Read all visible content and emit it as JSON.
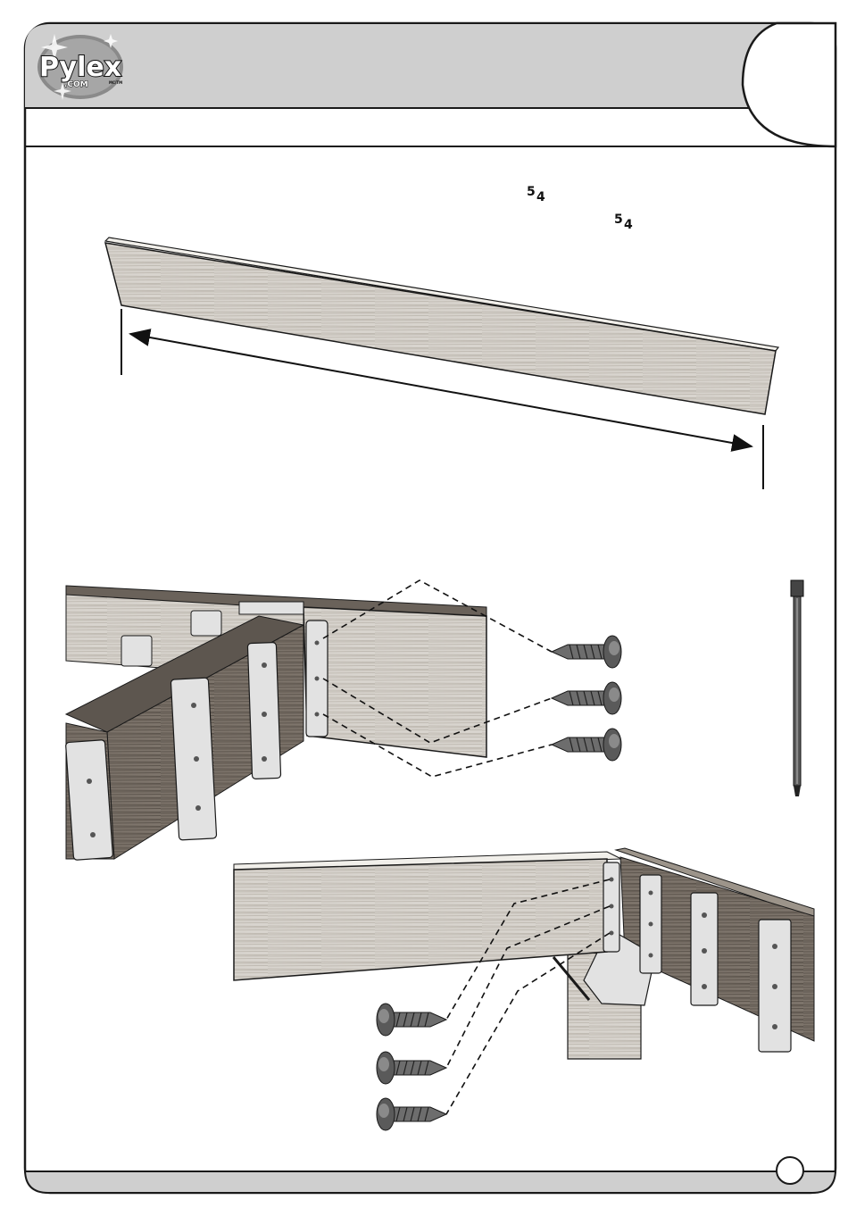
{
  "header": {
    "brand": "Pylex",
    "brand_suffix": ".COM",
    "trademark": "MC/TM",
    "title": "",
    "step_number": ""
  },
  "instructions": {
    "fraction_1": "5/4",
    "fraction_2": "5/4"
  },
  "footer": {
    "page_number": ""
  },
  "colors": {
    "header_band": "#cfcfcf",
    "frame": "#1a1a1a",
    "board_light": "#d9d6d0",
    "board_dark": "#6e665f",
    "bracket": "#e2e2e2"
  },
  "icons": {
    "board": "wood-board-icon",
    "screw": "screw-icon",
    "driver_bit": "driver-bit-icon",
    "arrow": "double-arrow-icon"
  }
}
